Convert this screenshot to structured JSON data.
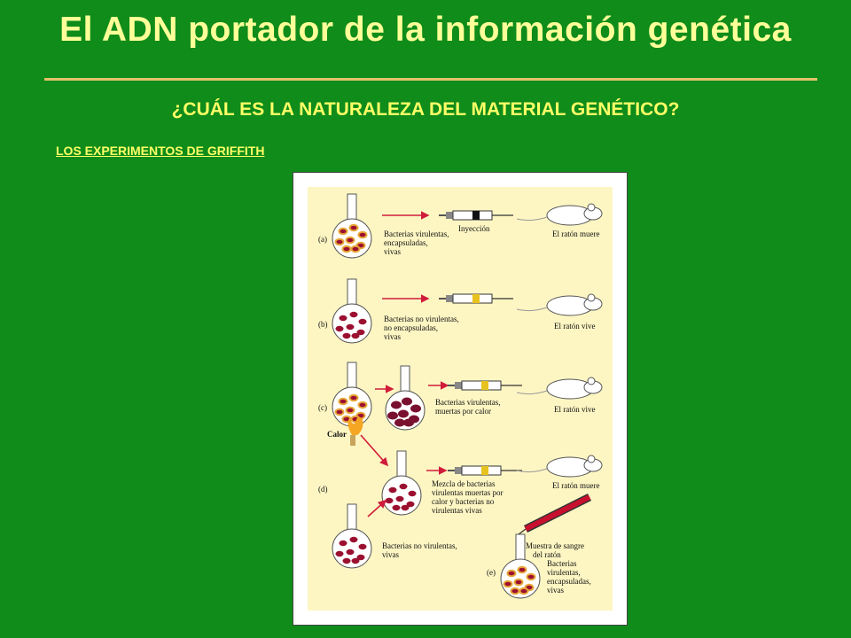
{
  "slide": {
    "title": "El ADN portador de la información genética",
    "subtitle": "¿CUÁL ES LA NATURALEZA DEL MATERIAL GENÉTICO?",
    "section": "LOS EXPERIMENTOS DE GRIFFITH"
  },
  "figure": {
    "colors": {
      "panel": "#fdf6c3",
      "capsule": "#e8a83a",
      "bacteria": "#9b1030",
      "dead": "#7a1030"
    },
    "a": {
      "label": "(a)",
      "desc": [
        "Bacterias virulentas,",
        "encapsuladas,",
        "vivas"
      ],
      "injection": "Inyección",
      "result": "El ratón muere"
    },
    "b": {
      "label": "(b)",
      "desc": [
        "Bacterias no virulentas,",
        "no encapsuladas,",
        "vivas"
      ],
      "result": "El ratón vive"
    },
    "c": {
      "label": "(c)",
      "desc": [
        "Bacterias virulentas,",
        "muertas por  calor"
      ],
      "heat": "Calor",
      "result": "El ratón vive"
    },
    "d": {
      "label": "(d)",
      "desc": [
        "Mezcla de bacterias",
        "virulentas muertas  por",
        "calor y bacterias no",
        "virulentas vivas"
      ],
      "result": "El ratón muere",
      "desc2": [
        "Bacterias no virulentas,",
        "vivas"
      ]
    },
    "blood": [
      "Muestra de sangre",
      "del ratón"
    ],
    "e": {
      "label": "(e)",
      "desc": [
        "Bacterias",
        "virulentas,",
        "encapsuladas,",
        "vivas"
      ]
    }
  }
}
